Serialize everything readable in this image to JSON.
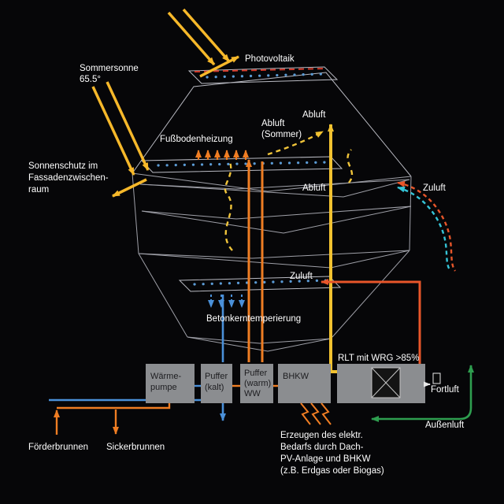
{
  "diagram": {
    "sun": {
      "label1": "Sommersonne",
      "label2": "65.5°"
    },
    "photovoltaik": "Photovoltaik",
    "sonnenschutz": [
      "Sonnenschutz im",
      "Fassadenzwischen-",
      "raum"
    ],
    "fussbodenheizung": "Fußbodenheizung",
    "abluft_sommer": [
      "Abluft",
      "(Sommer)"
    ],
    "abluft_roof": "Abluft",
    "abluft_mid": "Abluft",
    "zuluft_facade": "Zuluft",
    "zuluft_supply": "Zuluft",
    "betonkern": "Betonkerntemperierung",
    "rlt_label": "RLT mit WRG >85%",
    "fortluft": "Fortluft",
    "aussenluft": "Außenluft",
    "foerderbrunnen": "Förderbrunnen",
    "sickerbrunnen": "Sickerbrunnen",
    "boxes": {
      "waermepumpe": [
        "Wärme-",
        "pumpe"
      ],
      "puffer_kalt": [
        "Puffer",
        "(kalt)"
      ],
      "puffer_warm": [
        "Puffer",
        "(warm)",
        "WW"
      ],
      "bhkw": "BHKW"
    },
    "bottom_note": [
      "Erzeugen des elektr.",
      "Bedarfs durch Dach-",
      "PV-Anlage und BHKW",
      "(z.B. Erdgas oder Biogas)"
    ],
    "colors": {
      "background": "#060608",
      "sun_yellow": "#f6b82a",
      "duct_yellow": "#f2c230",
      "heating_orange": "#ef7d23",
      "supply_red": "#e8562a",
      "cool_blue": "#4a90d9",
      "fresh_green": "#2e9e4f",
      "facade_cyan": "#35c4d7",
      "wireframe_gray": "#b9bac2",
      "box_gray": "#8b8d90",
      "text_white": "#ffffff"
    }
  }
}
